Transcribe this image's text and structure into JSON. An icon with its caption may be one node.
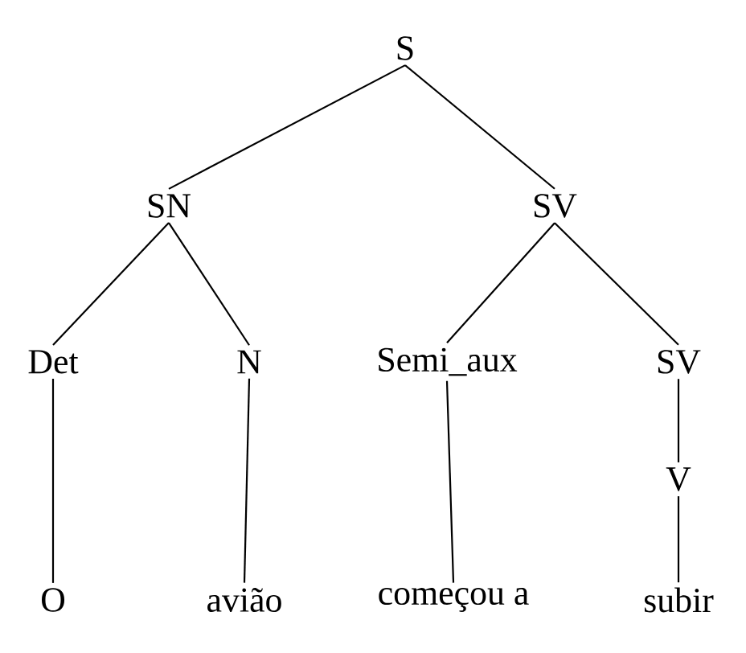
{
  "diagram": {
    "nodes": [
      {
        "text": [
          "S"
        ]
      },
      {
        "text": [
          "SN"
        ]
      },
      {
        "text": [
          "SV"
        ]
      },
      {
        "text": [
          "Det"
        ]
      },
      {
        "text": [
          "N"
        ]
      },
      {
        "text": [
          "Semi_aux"
        ]
      },
      {
        "text": [
          "SV"
        ]
      },
      {
        "text": [
          "V"
        ]
      },
      {
        "text": [
          "O"
        ]
      },
      {
        "text": [
          "avião"
        ]
      },
      {
        "text": [
          "começou a"
        ]
      },
      {
        "text": [
          "subir"
        ]
      }
    ],
    "edges": [
      {
        "from": 0,
        "to": 1,
        "arrow": "none"
      },
      {
        "from": 0,
        "to": 2,
        "arrow": "none"
      },
      {
        "from": 1,
        "to": 3,
        "arrow": "none"
      },
      {
        "from": 1,
        "to": 4,
        "arrow": "none"
      },
      {
        "from": 2,
        "to": 5,
        "arrow": "none"
      },
      {
        "from": 2,
        "to": 6,
        "arrow": "none"
      },
      {
        "from": 3,
        "to": 8,
        "arrow": "none"
      },
      {
        "from": 4,
        "to": 9,
        "arrow": "none"
      },
      {
        "from": 5,
        "to": 10,
        "arrow": "none"
      },
      {
        "from": 6,
        "to": 7,
        "arrow": "none"
      },
      {
        "from": 7,
        "to": 11,
        "arrow": "none"
      }
    ]
  }
}
